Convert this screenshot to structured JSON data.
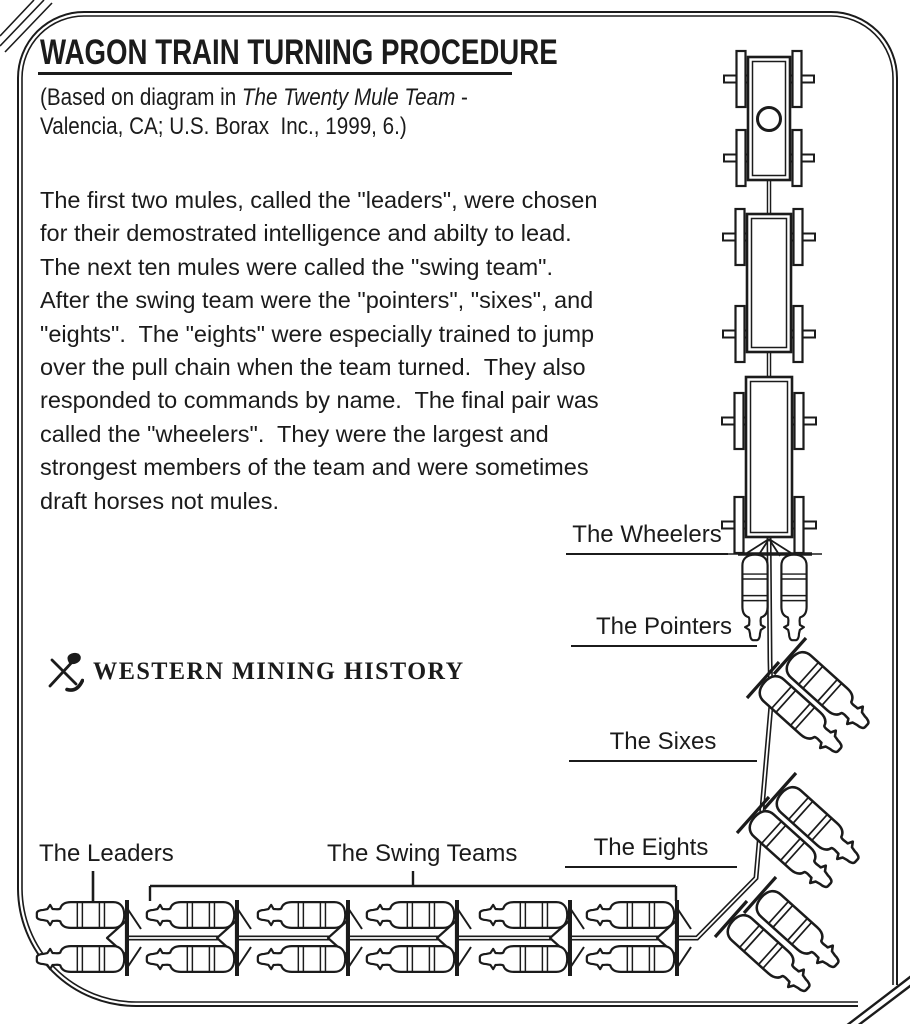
{
  "title": "WAGON TRAIN TURNING PROCEDURE",
  "citation": {
    "prefix": "(Based on diagram in ",
    "source_italic": "The Twenty Mule Team",
    "suffix": " -",
    "line2": "Valencia, CA; U.S. Borax  Inc., 1999, 6.)"
  },
  "body_paragraph": "The first two mules, called the \"leaders\", were chosen for their demostrated intelligence and abilty to lead.  The next ten mules were called the \"swing team\".  After the swing team were the \"pointers\", \"sixes\", and \"eights\".  The \"eights\" were especially trained to jump over the pull chain when the team turned.  They also responded to commands by name.  The final pair was called the \"wheelers\".  They were the largest and strongest members of the team and were sometimes draft horses not mules.",
  "logo": {
    "label": "WESTERN MINING HISTORY",
    "icon": "crossed-pick-and-shovel"
  },
  "diagram": {
    "labels": {
      "wheelers": "The Wheelers",
      "pointers": "The Pointers",
      "sixes": "The Sixes",
      "eights": "The Eights",
      "leaders": "The Leaders",
      "swing": "The Swing Teams"
    },
    "wagons": 3,
    "mule_pairs": {
      "leaders": 1,
      "swing_teams": 5,
      "eights": 1,
      "sixes": 1,
      "pointers": 1,
      "wheelers": 1
    },
    "total_mules": 20
  },
  "colors": {
    "ink": "#1b1b1b",
    "paper": "#ffffff"
  }
}
